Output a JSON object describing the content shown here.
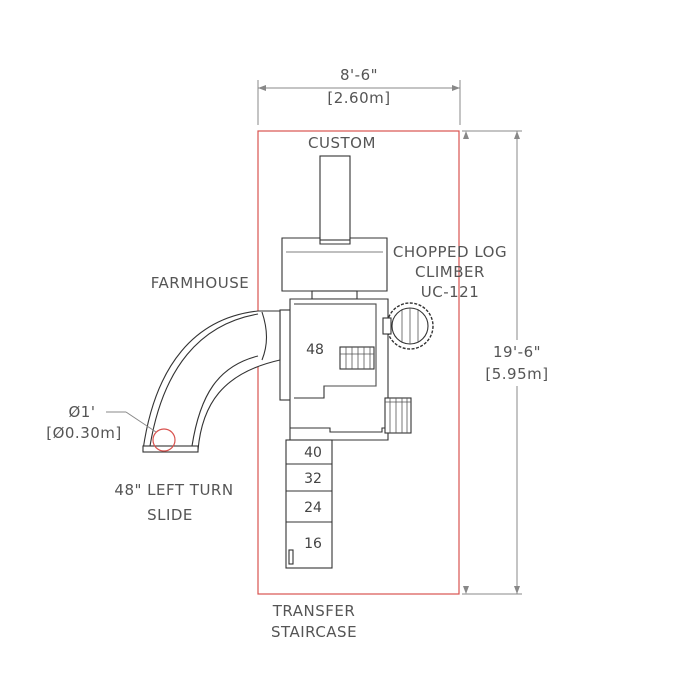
{
  "dimensions": {
    "width_ft": "8'-6\"",
    "width_m": "[2.60m]",
    "length_ft": "19'-6\"",
    "length_m": "[5.95m]",
    "diameter_ft": "Ø1'",
    "diameter_m": "[Ø0.30m]"
  },
  "labels": {
    "custom": "CUSTOM",
    "climber_line1": "CHOPPED LOG",
    "climber_line2": "CLIMBER",
    "climber_line3": "UC-121",
    "farmhouse": "FARMHOUSE",
    "slide_line1": "48\" LEFT TURN",
    "slide_line2": "SLIDE",
    "staircase_line1": "TRANSFER",
    "staircase_line2": "STAIRCASE"
  },
  "deck_heights": {
    "main_deck": "48",
    "steps": [
      "40",
      "32",
      "24",
      "16"
    ]
  },
  "colors": {
    "outline": "#333333",
    "boundary": "#d9534f",
    "dimension": "#888888",
    "text": "#555555"
  }
}
